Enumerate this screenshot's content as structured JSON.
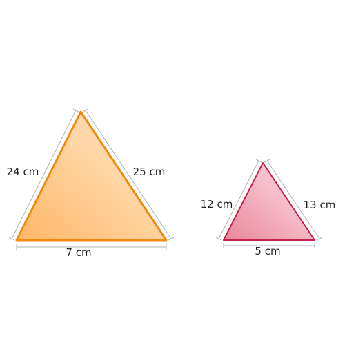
{
  "triangles": [
    {
      "left_side": "24 cm",
      "right_side": "25 cm",
      "base": "7 cm",
      "fill_light": "#FFD7A8",
      "fill_dark": "#FFB766",
      "stroke": "#F08A0F"
    },
    {
      "left_side": "12 cm",
      "right_side": "13 cm",
      "base": "5 cm",
      "fill_light": "#F7BFCB",
      "fill_dark": "#E8869C",
      "stroke": "#C7204A"
    }
  ],
  "dimension_line_color": "#B0B0B0"
}
